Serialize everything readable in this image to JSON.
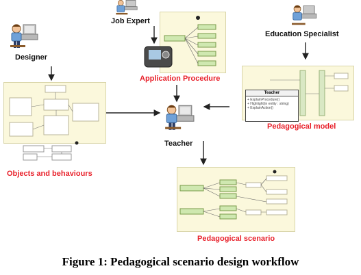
{
  "roles": {
    "designer": "Designer",
    "job_expert": "Job Expert",
    "education_specialist": "Education Specialist",
    "teacher": "Teacher"
  },
  "artifacts": {
    "application_procedure": "Application Procedure",
    "objects_and_behaviours": "Objects and behaviours",
    "pedagogical_model": "Pedagogical model",
    "pedagogical_scenario": "Pedagogical scenario"
  },
  "teacher_class": {
    "name": "Teacher",
    "methods": [
      "+ ExplainProcedure()",
      "+ Highlight(in entity : string)",
      "+ ExplainAction()"
    ]
  },
  "caption": "Figure 1: Pedagogical scenario design workflow",
  "colors": {
    "accent_red": "#e8202a",
    "panel_bg": "#fbf8dc",
    "node_green": "#9ccc65"
  },
  "icons": {
    "person": "person-at-computer-icon",
    "device": "handheld-device-icon"
  }
}
